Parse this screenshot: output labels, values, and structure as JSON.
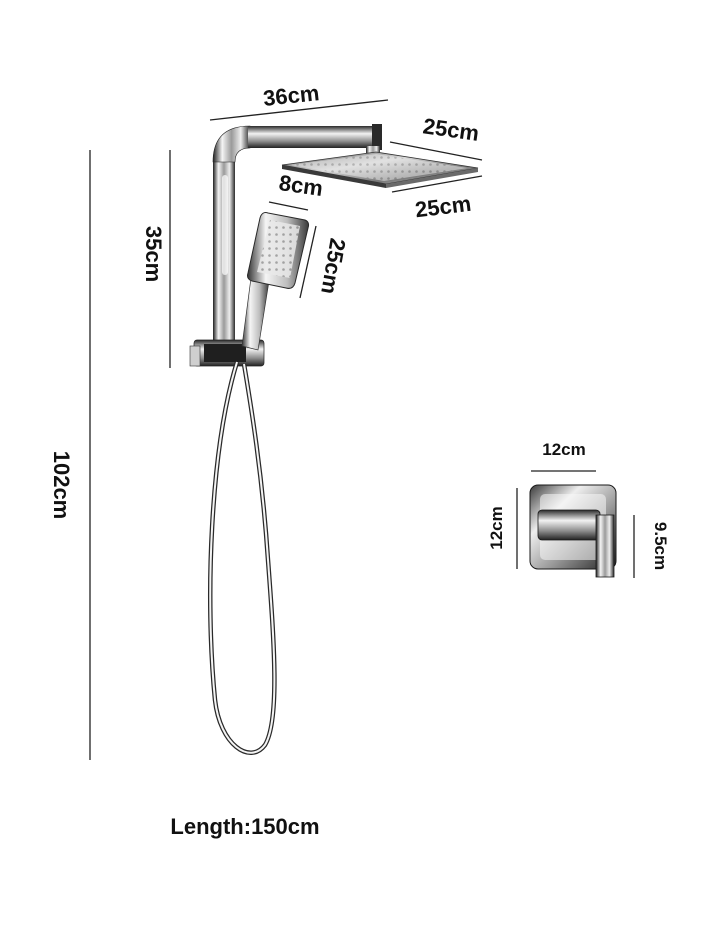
{
  "dimensions": {
    "arm_width": "36cm",
    "head_depth": "25cm",
    "head_width": "25cm",
    "handset_width": "8cm",
    "handset_length": "25cm",
    "riser_height": "35cm",
    "total_height": "102cm",
    "mixer_width": "12cm",
    "mixer_height": "12cm",
    "mixer_handle": "9.5cm"
  },
  "hose_length_text": "Length:150cm",
  "colors": {
    "chrome_dark": "#2a2a2a",
    "chrome_mid": "#8a8a8a",
    "chrome_light": "#f2f2f2",
    "line": "#222222"
  }
}
